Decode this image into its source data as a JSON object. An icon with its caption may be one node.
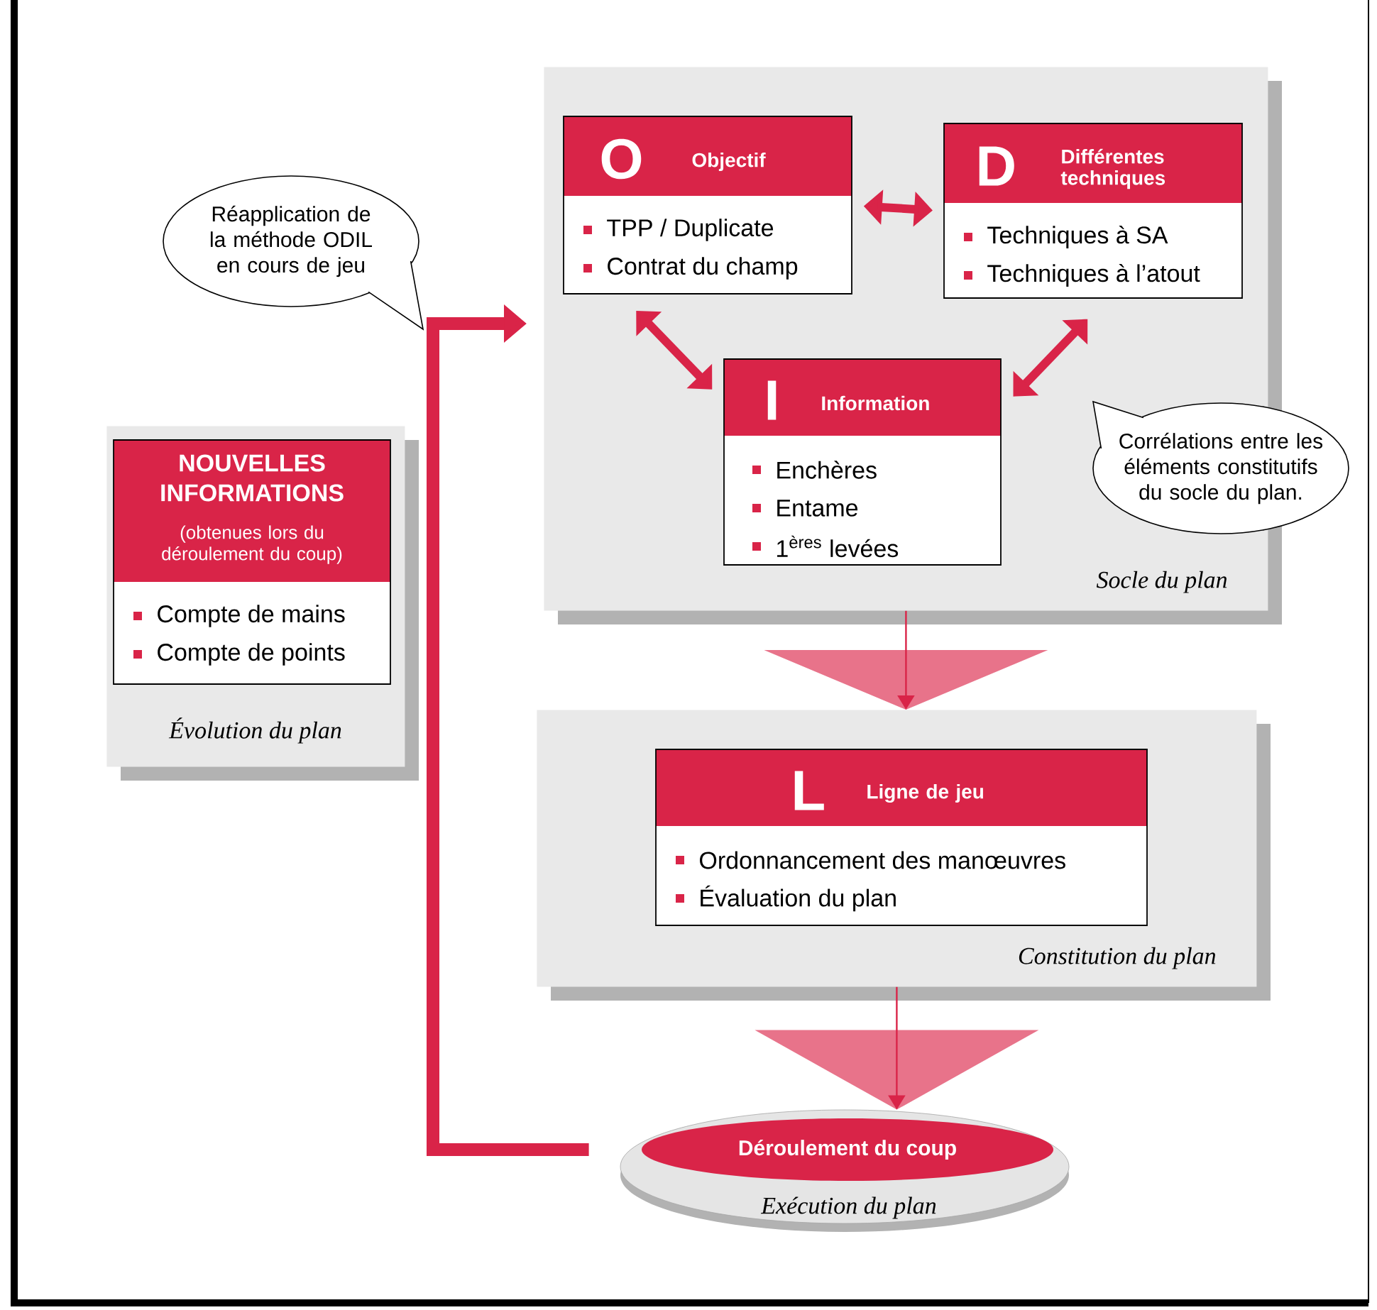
{
  "diagram": {
    "nodes": [
      {
        "text": [
          "Socle du plan"
        ]
      },
      {
        "text": [
          "O",
          "Objectif",
          "TPP / Duplicate",
          "Contrat du champ"
        ],
        "in": 0
      },
      {
        "text": [
          "D",
          "Différentes techniques",
          "Techniques à SA",
          "Techniques à l’atout"
        ],
        "in": 0
      },
      {
        "text": [
          "I",
          "Information",
          "Enchères",
          "Entame",
          "1$^{ères}$ levées"
        ],
        "in": 0
      },
      {
        "text": [
          "Corrélations entre les éléments constitutifs du socle du plan."
        ]
      },
      {
        "text": [
          "Constitution du plan"
        ]
      },
      {
        "text": [
          "L",
          "Ligne de jeu",
          "Ordonnancement des manœuvres",
          "Évaluation du plan"
        ],
        "in": 5
      },
      {
        "text": [
          "Exécution du plan"
        ]
      },
      {
        "text": [
          "Déroulement du coup"
        ],
        "in": 7
      },
      {
        "text": [
          "Évolution du plan"
        ]
      },
      {
        "text": [
          "NOUVELLES INFORMATIONS",
          "(obtenues lors du déroulement du coup)",
          "Compte de mains",
          "Compte de points"
        ],
        "in": 9
      },
      {
        "text": [
          "Réapplication de la méthode ODIL en cours de jeu"
        ]
      }
    ],
    "edges": [
      {
        "from": 1,
        "to": 2,
        "arrow": "both"
      },
      {
        "from": 1,
        "to": 3,
        "arrow": "both"
      },
      {
        "from": 3,
        "to": 2,
        "arrow": "both"
      },
      {
        "from": 0,
        "to": 5,
        "arrow": "to"
      },
      {
        "from": 5,
        "to": 7,
        "arrow": "to"
      },
      {
        "from": 7,
        "to": 0,
        "arrow": "to"
      }
    ]
  }
}
